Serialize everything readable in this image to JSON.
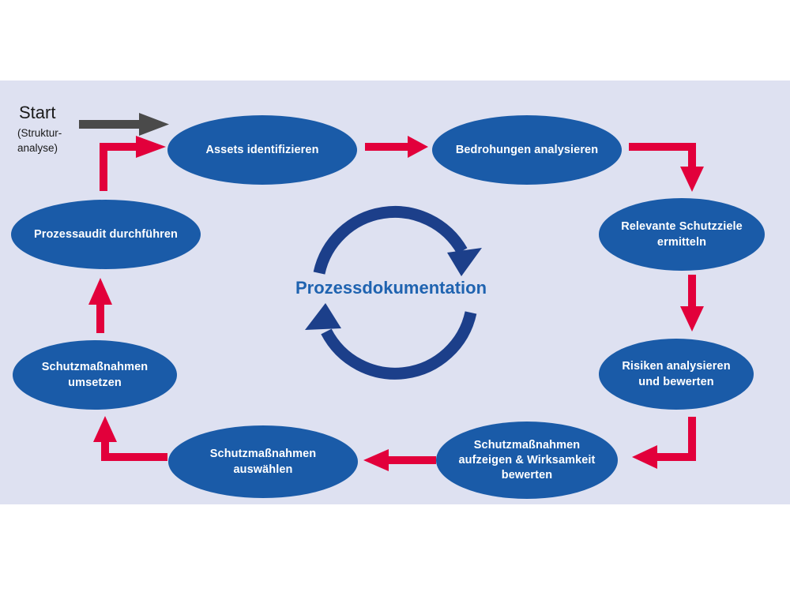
{
  "start": {
    "title": "Start",
    "subtitle": "(Struktur-\nanalyse)"
  },
  "center": {
    "label": "Prozessdokumentation"
  },
  "nodes": {
    "assets": "Assets identifizieren",
    "bedrohungen": "Bedrohungen analysieren",
    "schutzziele": "Relevante Schutzziele\nermitteln",
    "risiken": "Risiken analysieren\nund bewerten",
    "aufzeigen": "Schutzmaßnahmen\naufzeigen & Wirksamkeit\nbewerten",
    "auswaehlen": "Schutzmaßnahmen\nauswählen",
    "umsetzen": "Schutzmaßnahmen\numsetzen",
    "prozessaudit": "Prozessaudit durchführen"
  },
  "colors": {
    "background_panel": "#dee1f1",
    "node_fill": "#1a5ba8",
    "flow_arrow": "#e2003b",
    "start_arrow": "#4a4a4a",
    "cycle_arrow": "#1c3f8a",
    "center_text": "#1f63b0"
  }
}
